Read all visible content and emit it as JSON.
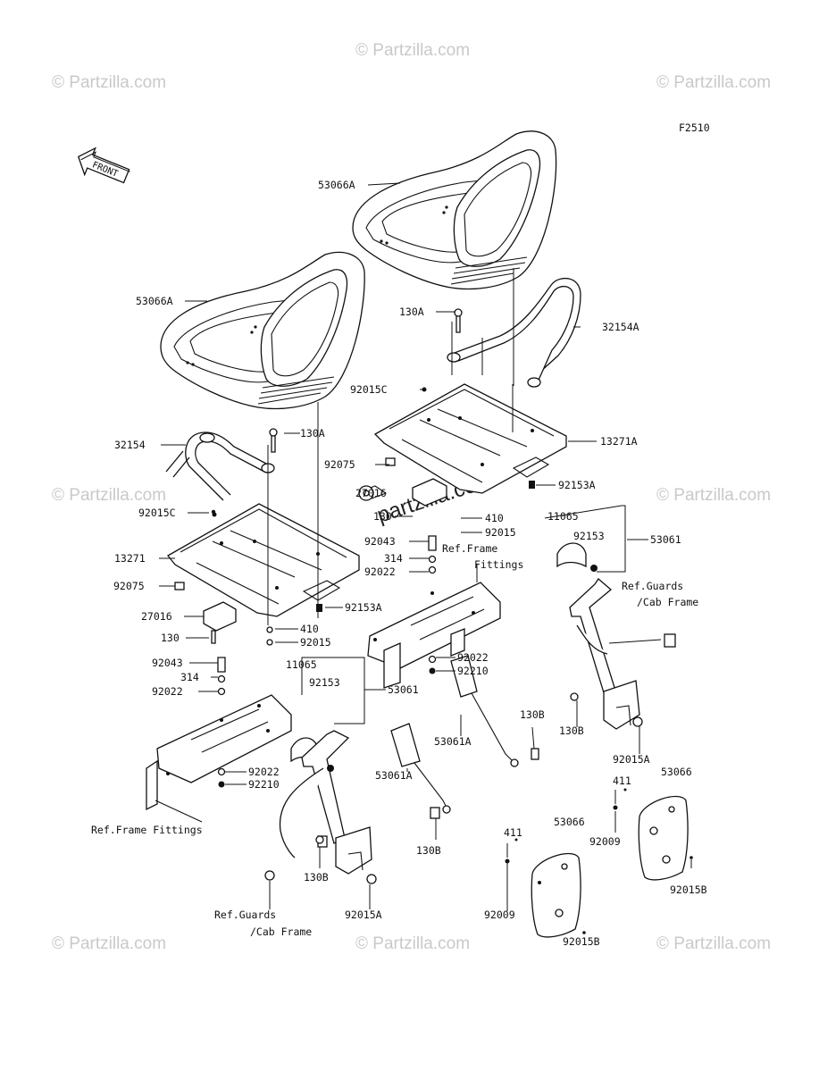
{
  "diagram_code": "F2510",
  "front_arrow_label": "FRONT",
  "watermark": "© Partzilla.com",
  "center_watermark": "partzilla.com",
  "labels": {
    "l_53066A_top": "53066A",
    "l_53066A_left": "53066A",
    "l_130A_top": "130A",
    "l_32154A": "32154A",
    "l_92015C_top": "92015C",
    "l_13271A": "13271A",
    "l_130A_mid": "130A",
    "l_32154": "32154",
    "l_92075_top": "92075",
    "l_92153A_top": "92153A",
    "l_27016_top": "27016",
    "l_130_top": "130",
    "l_410_top": "410",
    "l_92015_top": "92015",
    "l_92015C_left": "92015C",
    "l_92043_top": "92043",
    "l_314_top": "314",
    "l_92022_top": "92022",
    "l_ref_frame_1": "Ref.Frame",
    "l_ref_frame_2": "Fittings",
    "l_13271": "13271",
    "l_92075_left": "92075",
    "l_92153A_left": "92153A",
    "l_27016_left": "27016",
    "l_130_left": "130",
    "l_410_left": "410",
    "l_92015_left": "92015",
    "l_92043_left": "92043",
    "l_314_left": "314",
    "l_92022_left": "92022",
    "l_11065_right": "11065",
    "l_92153_right": "92153",
    "l_53061_right": "53061",
    "l_ref_guards_r1": "Ref.Guards",
    "l_ref_guards_r2": "/Cab Frame",
    "l_92022_mid": "92022",
    "l_92210_mid": "92210",
    "l_11065_left": "11065",
    "l_92153_left": "92153",
    "l_53061_left": "53061",
    "l_130B_a": "130B",
    "l_130B_b": "130B",
    "l_53061A_a": "53061A",
    "l_53061A_b": "53061A",
    "l_92015A_right": "92015A",
    "l_92022_low": "92022",
    "l_92210_low": "92210",
    "l_411_a": "411",
    "l_53066_a": "53066",
    "l_ref_frame_fittings": "Ref.Frame Fittings",
    "l_130B_c": "130B",
    "l_92009_a": "92009",
    "l_92015B_a": "92015B",
    "l_411_b": "411",
    "l_53066_b": "53066",
    "l_130B_d": "130B",
    "l_92009_b": "92009",
    "l_92015B_b": "92015B",
    "l_ref_guards_l1": "Ref.Guards",
    "l_ref_guards_l2": "/Cab Frame",
    "l_92015A_left": "92015A"
  }
}
